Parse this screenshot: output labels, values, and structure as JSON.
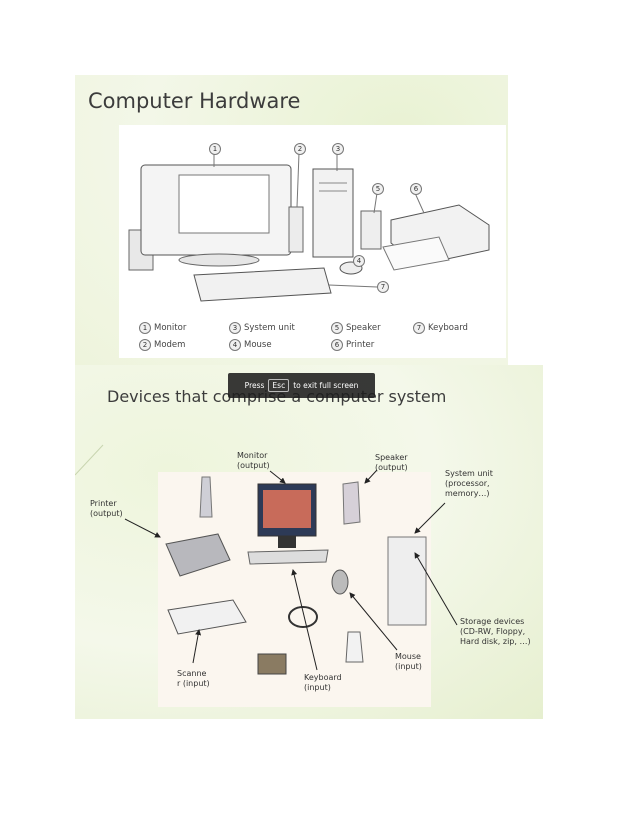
{
  "slide1": {
    "title": "Computer Hardware",
    "callouts": [
      "1",
      "2",
      "3",
      "4",
      "5",
      "6",
      "7"
    ],
    "legend": [
      {
        "num": "1",
        "label": "Monitor"
      },
      {
        "num": "2",
        "label": "Modem"
      },
      {
        "num": "3",
        "label": "System unit"
      },
      {
        "num": "4",
        "label": "Mouse"
      },
      {
        "num": "5",
        "label": "Speaker"
      },
      {
        "num": "6",
        "label": "Printer"
      },
      {
        "num": "7",
        "label": "Keyboard"
      }
    ]
  },
  "slide2": {
    "title": "Devices that comprise a computer system",
    "labels": {
      "monitor": "Monitor\n(output)",
      "speaker": "Speaker\n(output)",
      "system_unit": "System unit\n(processor,\nmemory…)",
      "printer": "Printer\n(output)",
      "storage": "Storage devices\n(CD-RW, Floppy,\nHard disk, zip, …)",
      "mouse": "Mouse\n(input)",
      "scanner": "Scanne\nr (input)",
      "keyboard": "Keyboard\n(input)"
    }
  },
  "overlay": {
    "press": "Press",
    "key": "Esc",
    "message": "to exit full screen"
  }
}
